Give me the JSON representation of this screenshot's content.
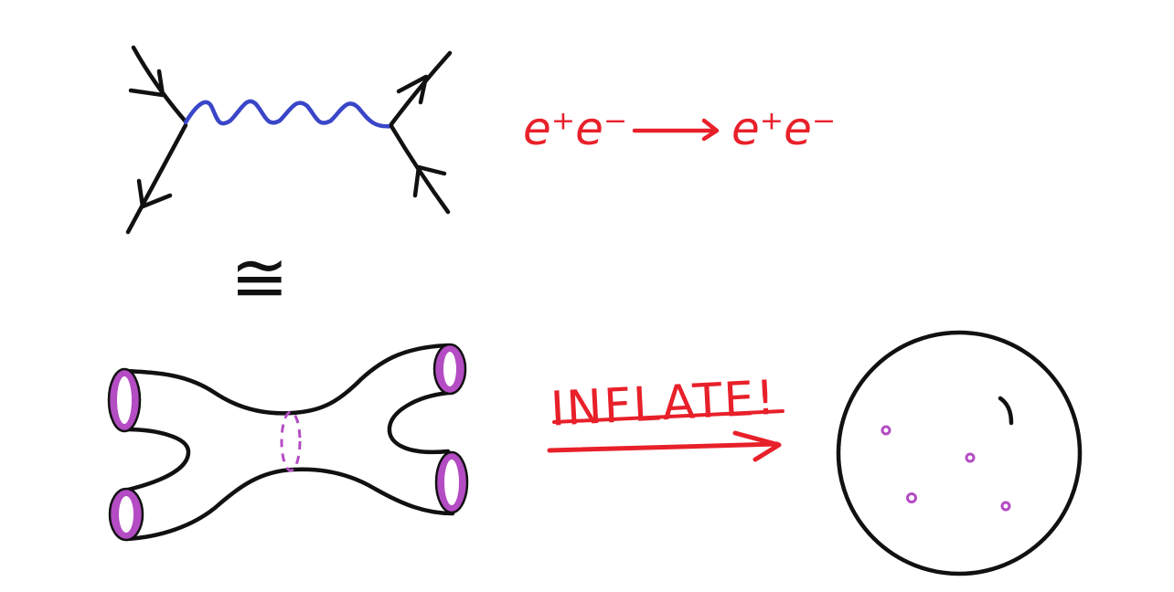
{
  "colors": {
    "ink": "#111111",
    "photon": "#3a46c8",
    "label": "#e8202a",
    "boundary": "#b44cc4",
    "background": "#ffffff"
  },
  "feynman_diagram": {
    "process_label": {
      "left": "e⁺e⁻",
      "arrow": "⟶",
      "right": "e⁺e⁻"
    },
    "external_lines": 4,
    "propagator": "wavy photon line"
  },
  "relation_symbol": "≅",
  "string_worldsheet": {
    "boundary_circles": 4,
    "has_dashed_neck_circle": true
  },
  "inflate_label": "INFLATE!",
  "sphere": {
    "marked_points": 4
  }
}
